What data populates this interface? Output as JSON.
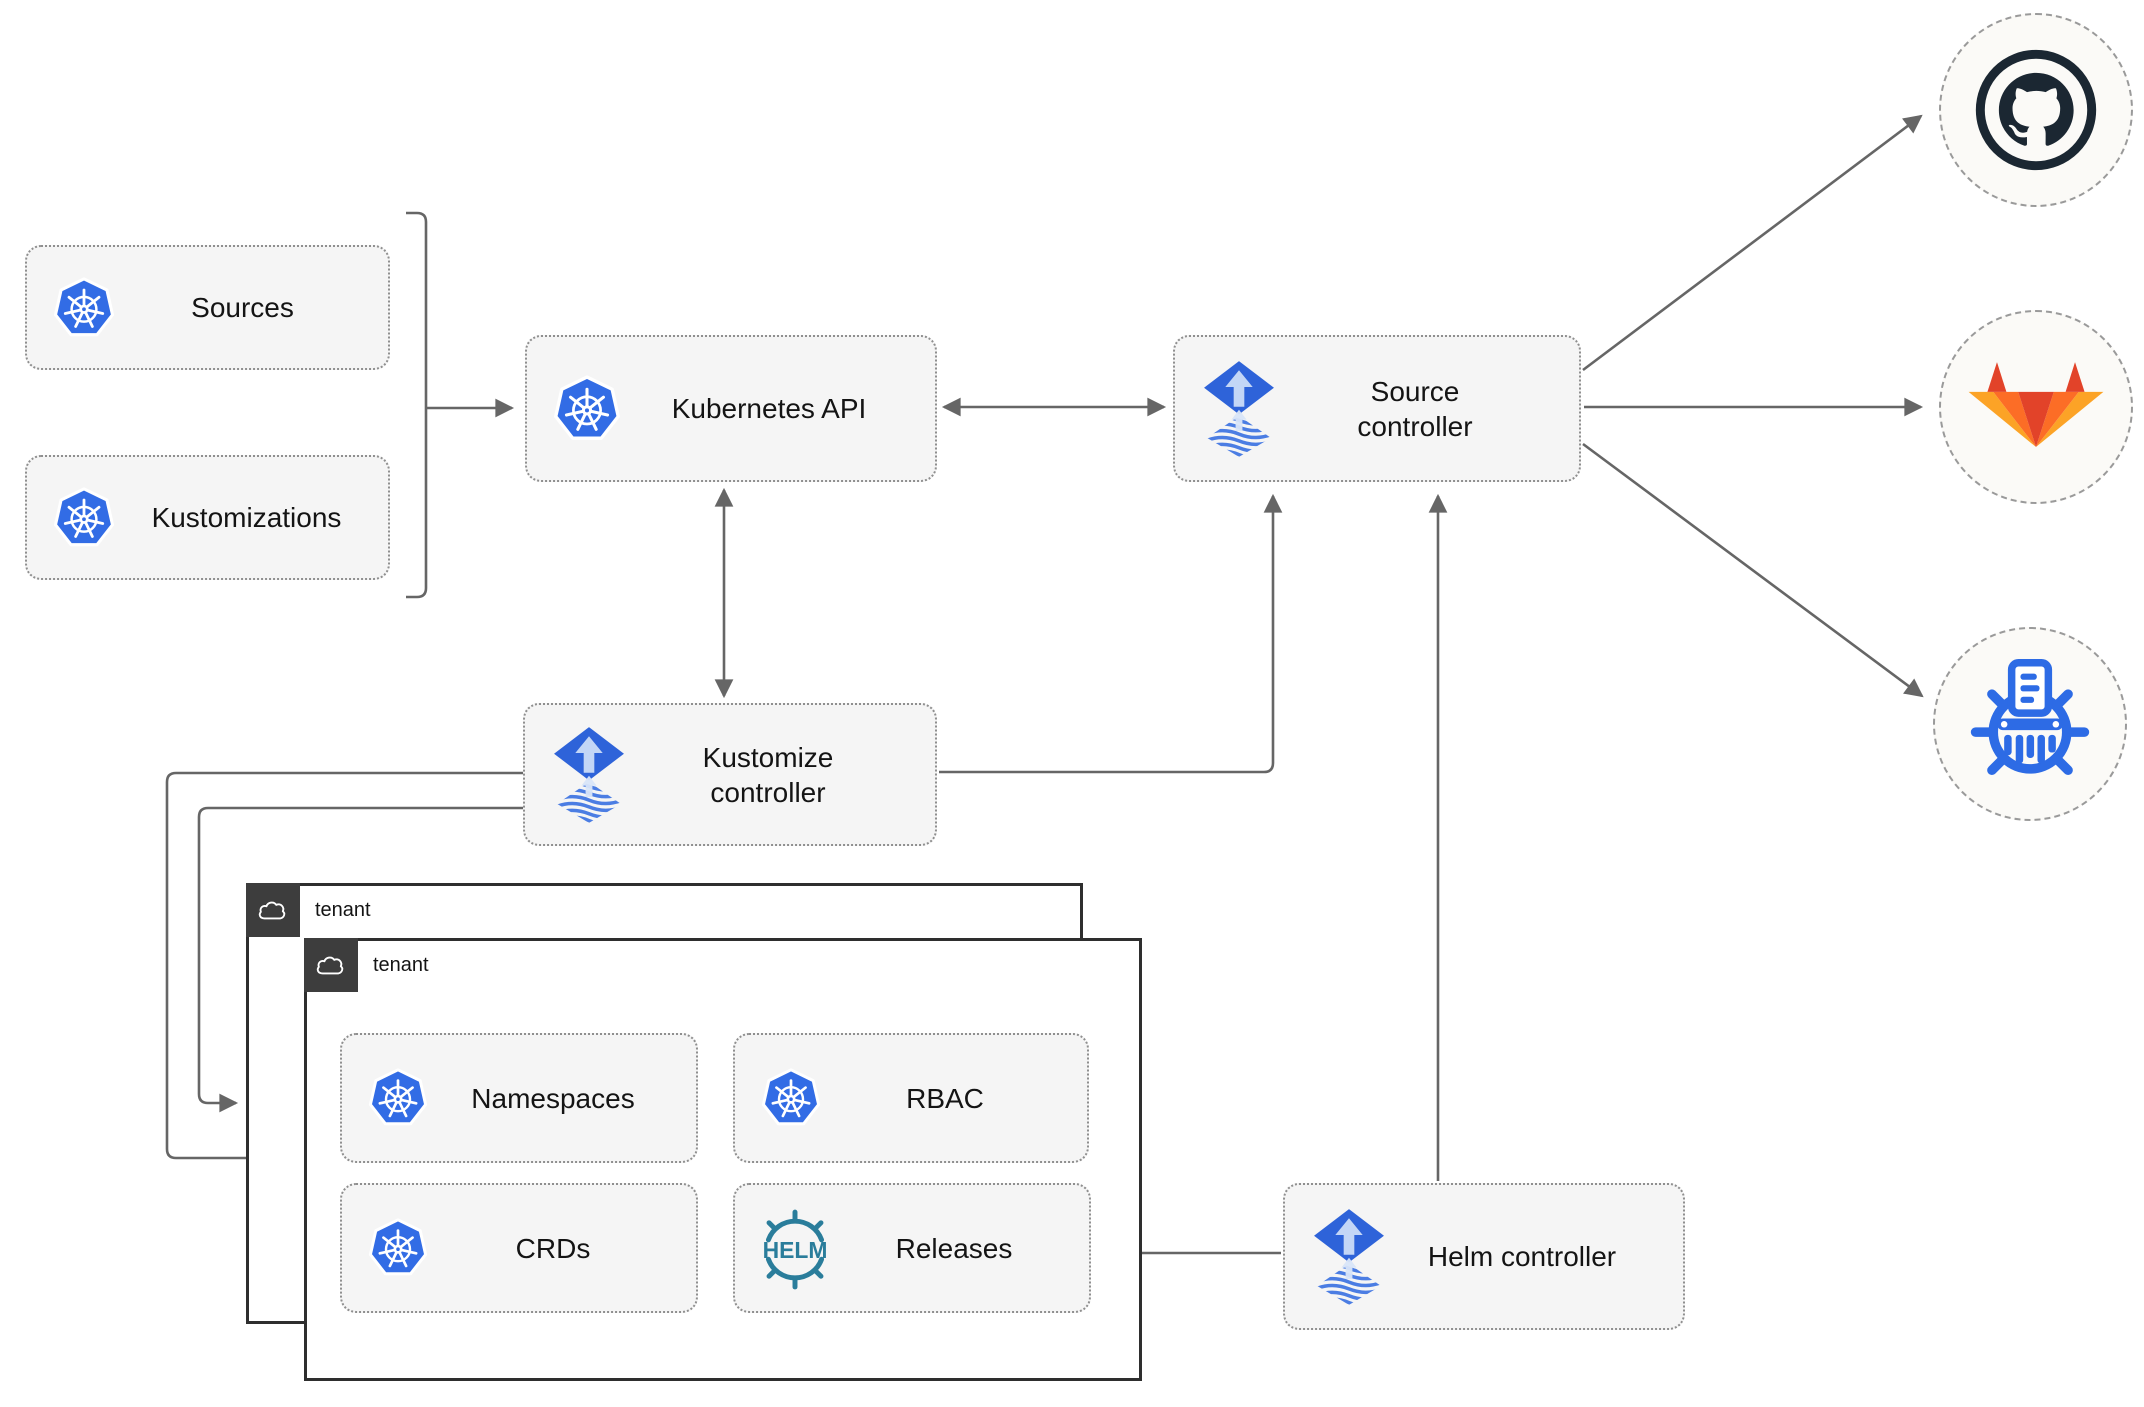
{
  "nodes": {
    "sources": "Sources",
    "kustomizations": "Kustomizations",
    "kubernetes_api": "Kubernetes API",
    "source_controller": "Source controller",
    "kustomize_controller": "Kustomize controller",
    "helm_controller": "Helm controller",
    "namespaces": "Namespaces",
    "rbac": "RBAC",
    "crds": "CRDs",
    "releases": "Releases"
  },
  "tenants": {
    "back": "tenant",
    "front": "tenant"
  },
  "icons": {
    "helm_wordmark": "HELM",
    "kubernetes": "kubernetes-wheel",
    "flux": "flux-diamonds",
    "github": "github-octocat",
    "gitlab": "gitlab-tanuki",
    "registry": "manifest-registry-wheel",
    "cloud": "cloud-outline"
  },
  "edges": [
    {
      "from": "sources+kustomizations",
      "to": "kubernetes_api",
      "style": "arrow"
    },
    {
      "from": "kubernetes_api",
      "to": "source_controller",
      "style": "double-arrow"
    },
    {
      "from": "kubernetes_api",
      "to": "kustomize_controller",
      "style": "double-arrow"
    },
    {
      "from": "kustomize_controller",
      "to": "source_controller",
      "style": "arrow"
    },
    {
      "from": "helm_controller",
      "to": "source_controller",
      "style": "arrow"
    },
    {
      "from": "source_controller",
      "to": "github",
      "style": "arrow"
    },
    {
      "from": "source_controller",
      "to": "gitlab",
      "style": "arrow"
    },
    {
      "from": "source_controller",
      "to": "registry",
      "style": "arrow"
    },
    {
      "from": "kustomize_controller",
      "to": "tenant_front",
      "style": "arrow"
    },
    {
      "from": "kustomize_controller",
      "to": "tenant_back",
      "style": "arrow"
    },
    {
      "from": "helm_controller",
      "to": "releases",
      "style": "arrow"
    }
  ],
  "colors": {
    "kubernetes_blue": "#326ce5",
    "flux_blue": "#2e63d9",
    "flux_light": "#cfdff7",
    "flux_wave": "#4b7de3",
    "helm_teal": "#2a7d9b",
    "github_dark": "#1b2732",
    "gitlab_red": "#e24329",
    "gitlab_orange": "#fc6d26",
    "gitlab_amber": "#fca326",
    "registry_blue": "#2d6be5",
    "node_fill": "#f5f5f5",
    "node_border": "#8f8f8f",
    "arrow_gray": "#666666",
    "tenant_border": "#2e2e2e",
    "tenant_tag_bg": "#3d3d3d"
  }
}
